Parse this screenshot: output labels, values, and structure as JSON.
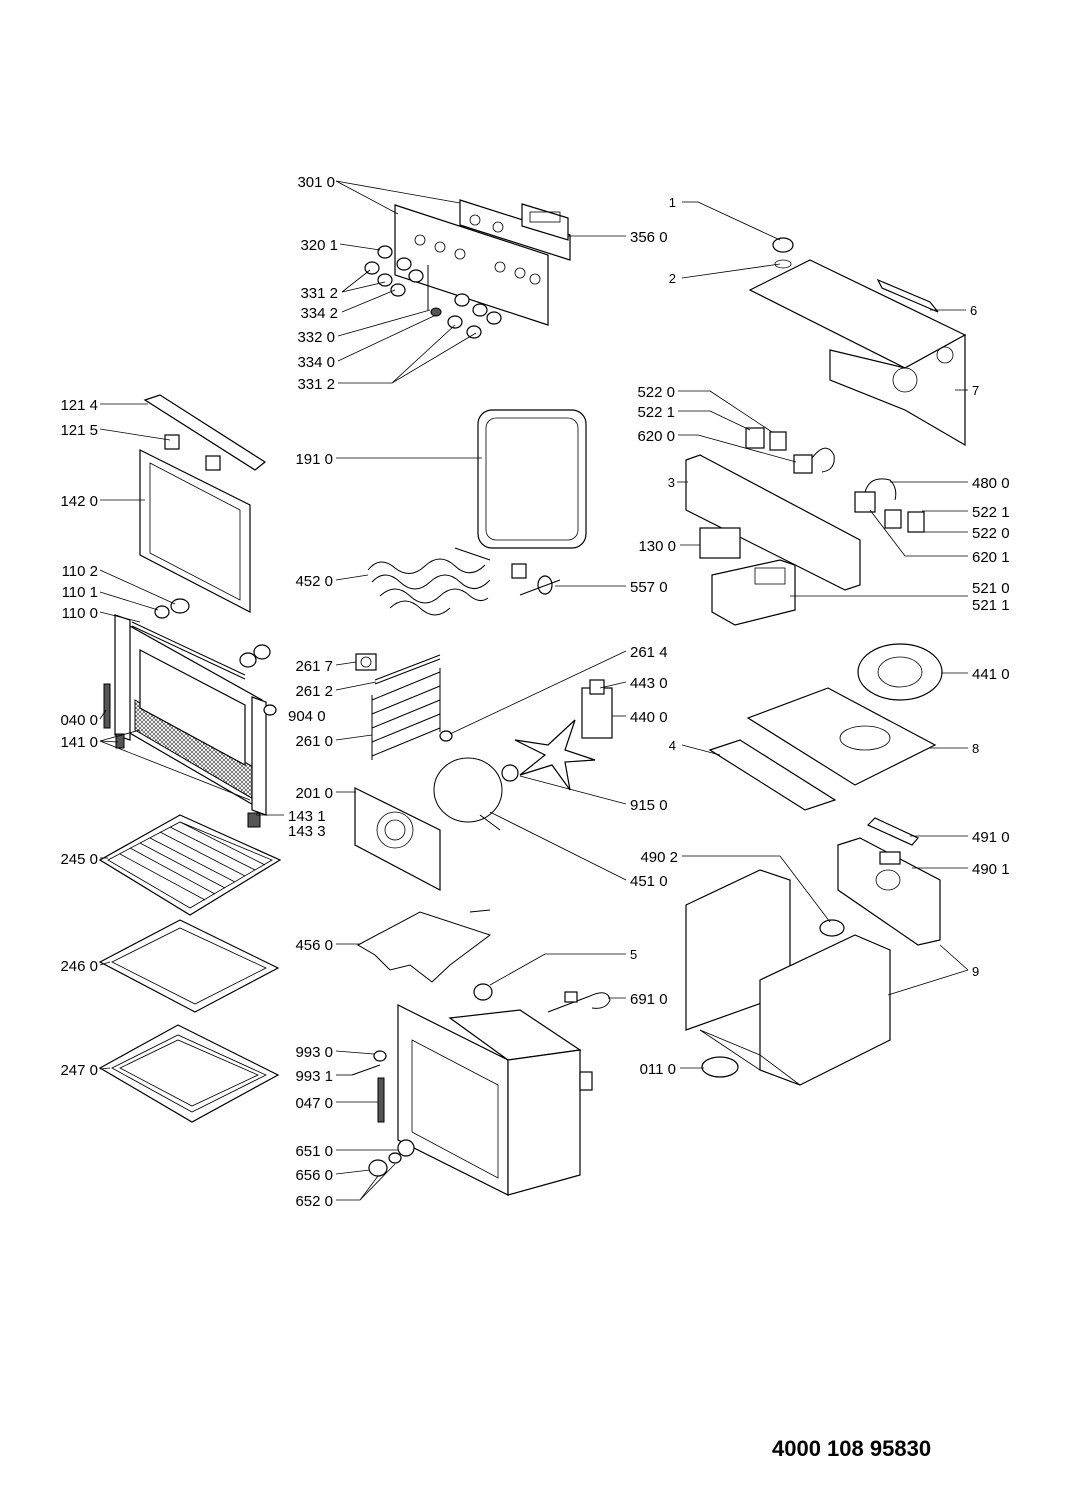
{
  "document_number": "4000 108 95830",
  "callouts": {
    "c_301_0": "301 0",
    "c_320_1": "320 1",
    "c_331_2_a": "331 2",
    "c_334_2": "334 2",
    "c_332_0": "332 0",
    "c_334_0": "334 0",
    "c_331_2_b": "331 2",
    "c_356_0": "356 0",
    "c_121_4": "121 4",
    "c_121_5": "121 5",
    "c_142_0": "142 0",
    "c_110_2": "110 2",
    "c_110_1": "110 1",
    "c_110_0": "110 0",
    "c_040_0": "040 0",
    "c_141_0": "141 0",
    "c_143_1": "143 1",
    "c_143_3": "143 3",
    "c_245_0": "245 0",
    "c_246_0": "246 0",
    "c_247_0": "247 0",
    "c_191_0": "191 0",
    "c_452_0": "452 0",
    "c_557_0": "557 0",
    "c_261_7": "261 7",
    "c_261_2": "261 2",
    "c_904_0": "904 0",
    "c_261_0": "261 0",
    "c_261_4": "261 4",
    "c_443_0": "443 0",
    "c_440_0": "440 0",
    "c_201_0": "201 0",
    "c_915_0": "915 0",
    "c_451_0": "451 0",
    "c_456_0": "456 0",
    "c_5": "5",
    "c_691_0": "691 0",
    "c_993_0": "993 0",
    "c_993_1": "993 1",
    "c_047_0": "047 0",
    "c_651_0": "651 0",
    "c_656_0": "656 0",
    "c_652_0": "652 0",
    "c_1": "1",
    "c_2": "2",
    "c_6": "6",
    "c_7": "7",
    "c_522_0_a": "522 0",
    "c_522_1_a": "522 1",
    "c_620_0": "620 0",
    "c_3": "3",
    "c_480_0": "480 0",
    "c_522_1_b": "522 1",
    "c_522_0_b": "522 0",
    "c_130_0": "130 0",
    "c_620_1": "620 1",
    "c_521_0": "521 0",
    "c_521_1": "521 1",
    "c_441_0": "441 0",
    "c_4": "4",
    "c_8": "8",
    "c_491_0": "491 0",
    "c_490_2": "490 2",
    "c_490_1": "490 1",
    "c_9": "9",
    "c_011_0": "011 0"
  }
}
